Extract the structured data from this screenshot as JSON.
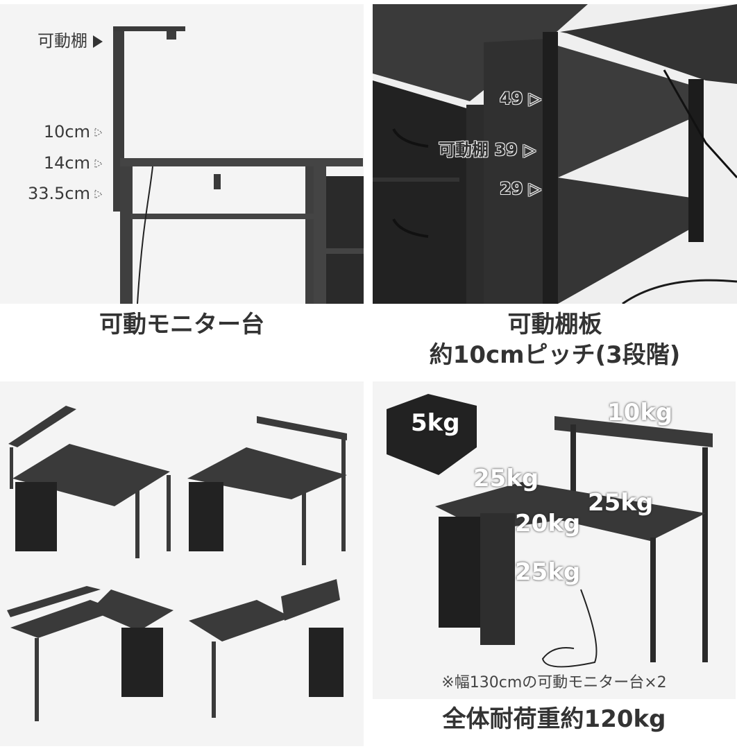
{
  "panels": {
    "monitor_stand": {
      "caption": "可動モニター台",
      "labels": [
        {
          "text": "可動棚",
          "marker": "solid-arrow"
        },
        {
          "text": "10cm",
          "marker": "dashed-arrow"
        },
        {
          "text": "14cm",
          "marker": "dashed-arrow"
        },
        {
          "text": "33.5cm",
          "marker": "dashed-arrow"
        }
      ]
    },
    "shelf_board": {
      "caption_line1": "可動棚板",
      "caption_line2": "約10cmピッチ(3段階)",
      "labels": [
        {
          "text": "49"
        },
        {
          "text": "可動棚 39"
        },
        {
          "text": "29"
        }
      ]
    },
    "configurations": {
      "count": 4
    },
    "load_capacity": {
      "caption": "全体耐荷重約120kg",
      "note": "※幅130cmの可動モニター台×2",
      "weights": {
        "drawer": "5kg",
        "monitor_shelf": "10kg",
        "side_top": "25kg",
        "main_top": "25kg",
        "upper_shelf": "20kg",
        "lower_shelf": "25kg"
      }
    }
  },
  "colors": {
    "panel_bg": "#f4f4f4",
    "furniture": "#2e2e2e",
    "text": "#333333"
  }
}
